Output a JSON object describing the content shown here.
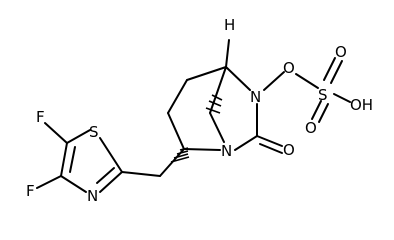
{
  "molecule": {
    "atoms": {
      "F1": "F",
      "F2": "F",
      "S_thiazole": "S",
      "N_thiazole": "N",
      "N_bridge_upper": "N",
      "N_bridge_lower": "N",
      "O_carbonyl": "O",
      "O_link": "O",
      "S_sulfate": "S",
      "O_sulfate_top": "O",
      "O_sulfate_bottom": "O",
      "OH": "OH",
      "H_bridgehead": "H"
    }
  }
}
